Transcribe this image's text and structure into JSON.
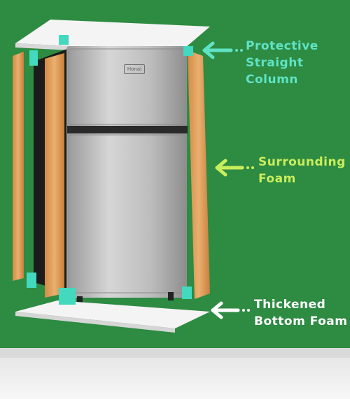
{
  "scene": {
    "background_color": "#2e8b42",
    "floor_color": "#efefef",
    "foam_color": "#e8a864",
    "corner_protector_color": "#42d9bf",
    "fridge_color": "#c0c0c0"
  },
  "brand_label": "Honai",
  "callouts": [
    {
      "lines": [
        "Protective",
        "Straight",
        "Column"
      ],
      "color": "#5fe3c4",
      "arrow_color": "#5fe3c4"
    },
    {
      "lines": [
        "Surrounding",
        "Foam"
      ],
      "color": "#c9ee5c",
      "arrow_color": "#c9ee5c"
    },
    {
      "lines": [
        "Thickened",
        "Bottom Foam"
      ],
      "color": "#ffffff",
      "arrow_color": "#ffffff"
    }
  ]
}
